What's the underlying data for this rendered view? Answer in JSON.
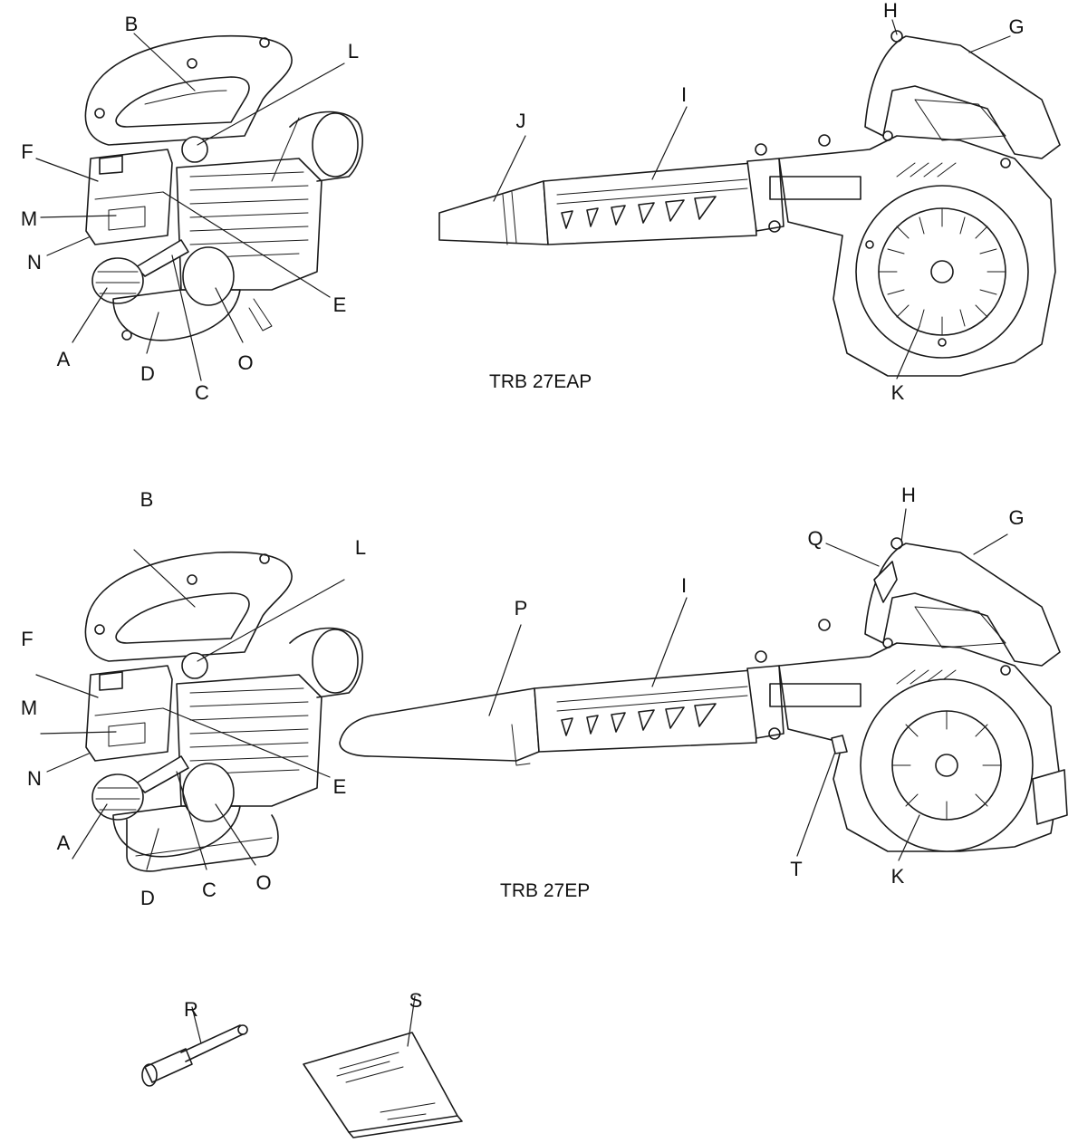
{
  "diagram": {
    "model_top": "TRB 27EAP",
    "model_bottom": "TRB 27EP",
    "labels_top": {
      "A": "A",
      "B": "B",
      "C": "C",
      "D": "D",
      "E": "E",
      "F": "F",
      "G": "G",
      "H": "H",
      "I": "I",
      "J": "J",
      "K": "K",
      "L": "L",
      "M": "M",
      "N": "N",
      "O": "O"
    },
    "labels_bottom": {
      "A": "A",
      "B": "B",
      "C": "C",
      "D": "D",
      "E": "E",
      "F": "F",
      "G": "G",
      "H": "H",
      "I": "I",
      "K": "K",
      "L": "L",
      "M": "M",
      "N": "N",
      "O": "O",
      "P": "P",
      "Q": "Q",
      "T": "T"
    },
    "labels_accessories": {
      "R": "R",
      "S": "S"
    }
  }
}
